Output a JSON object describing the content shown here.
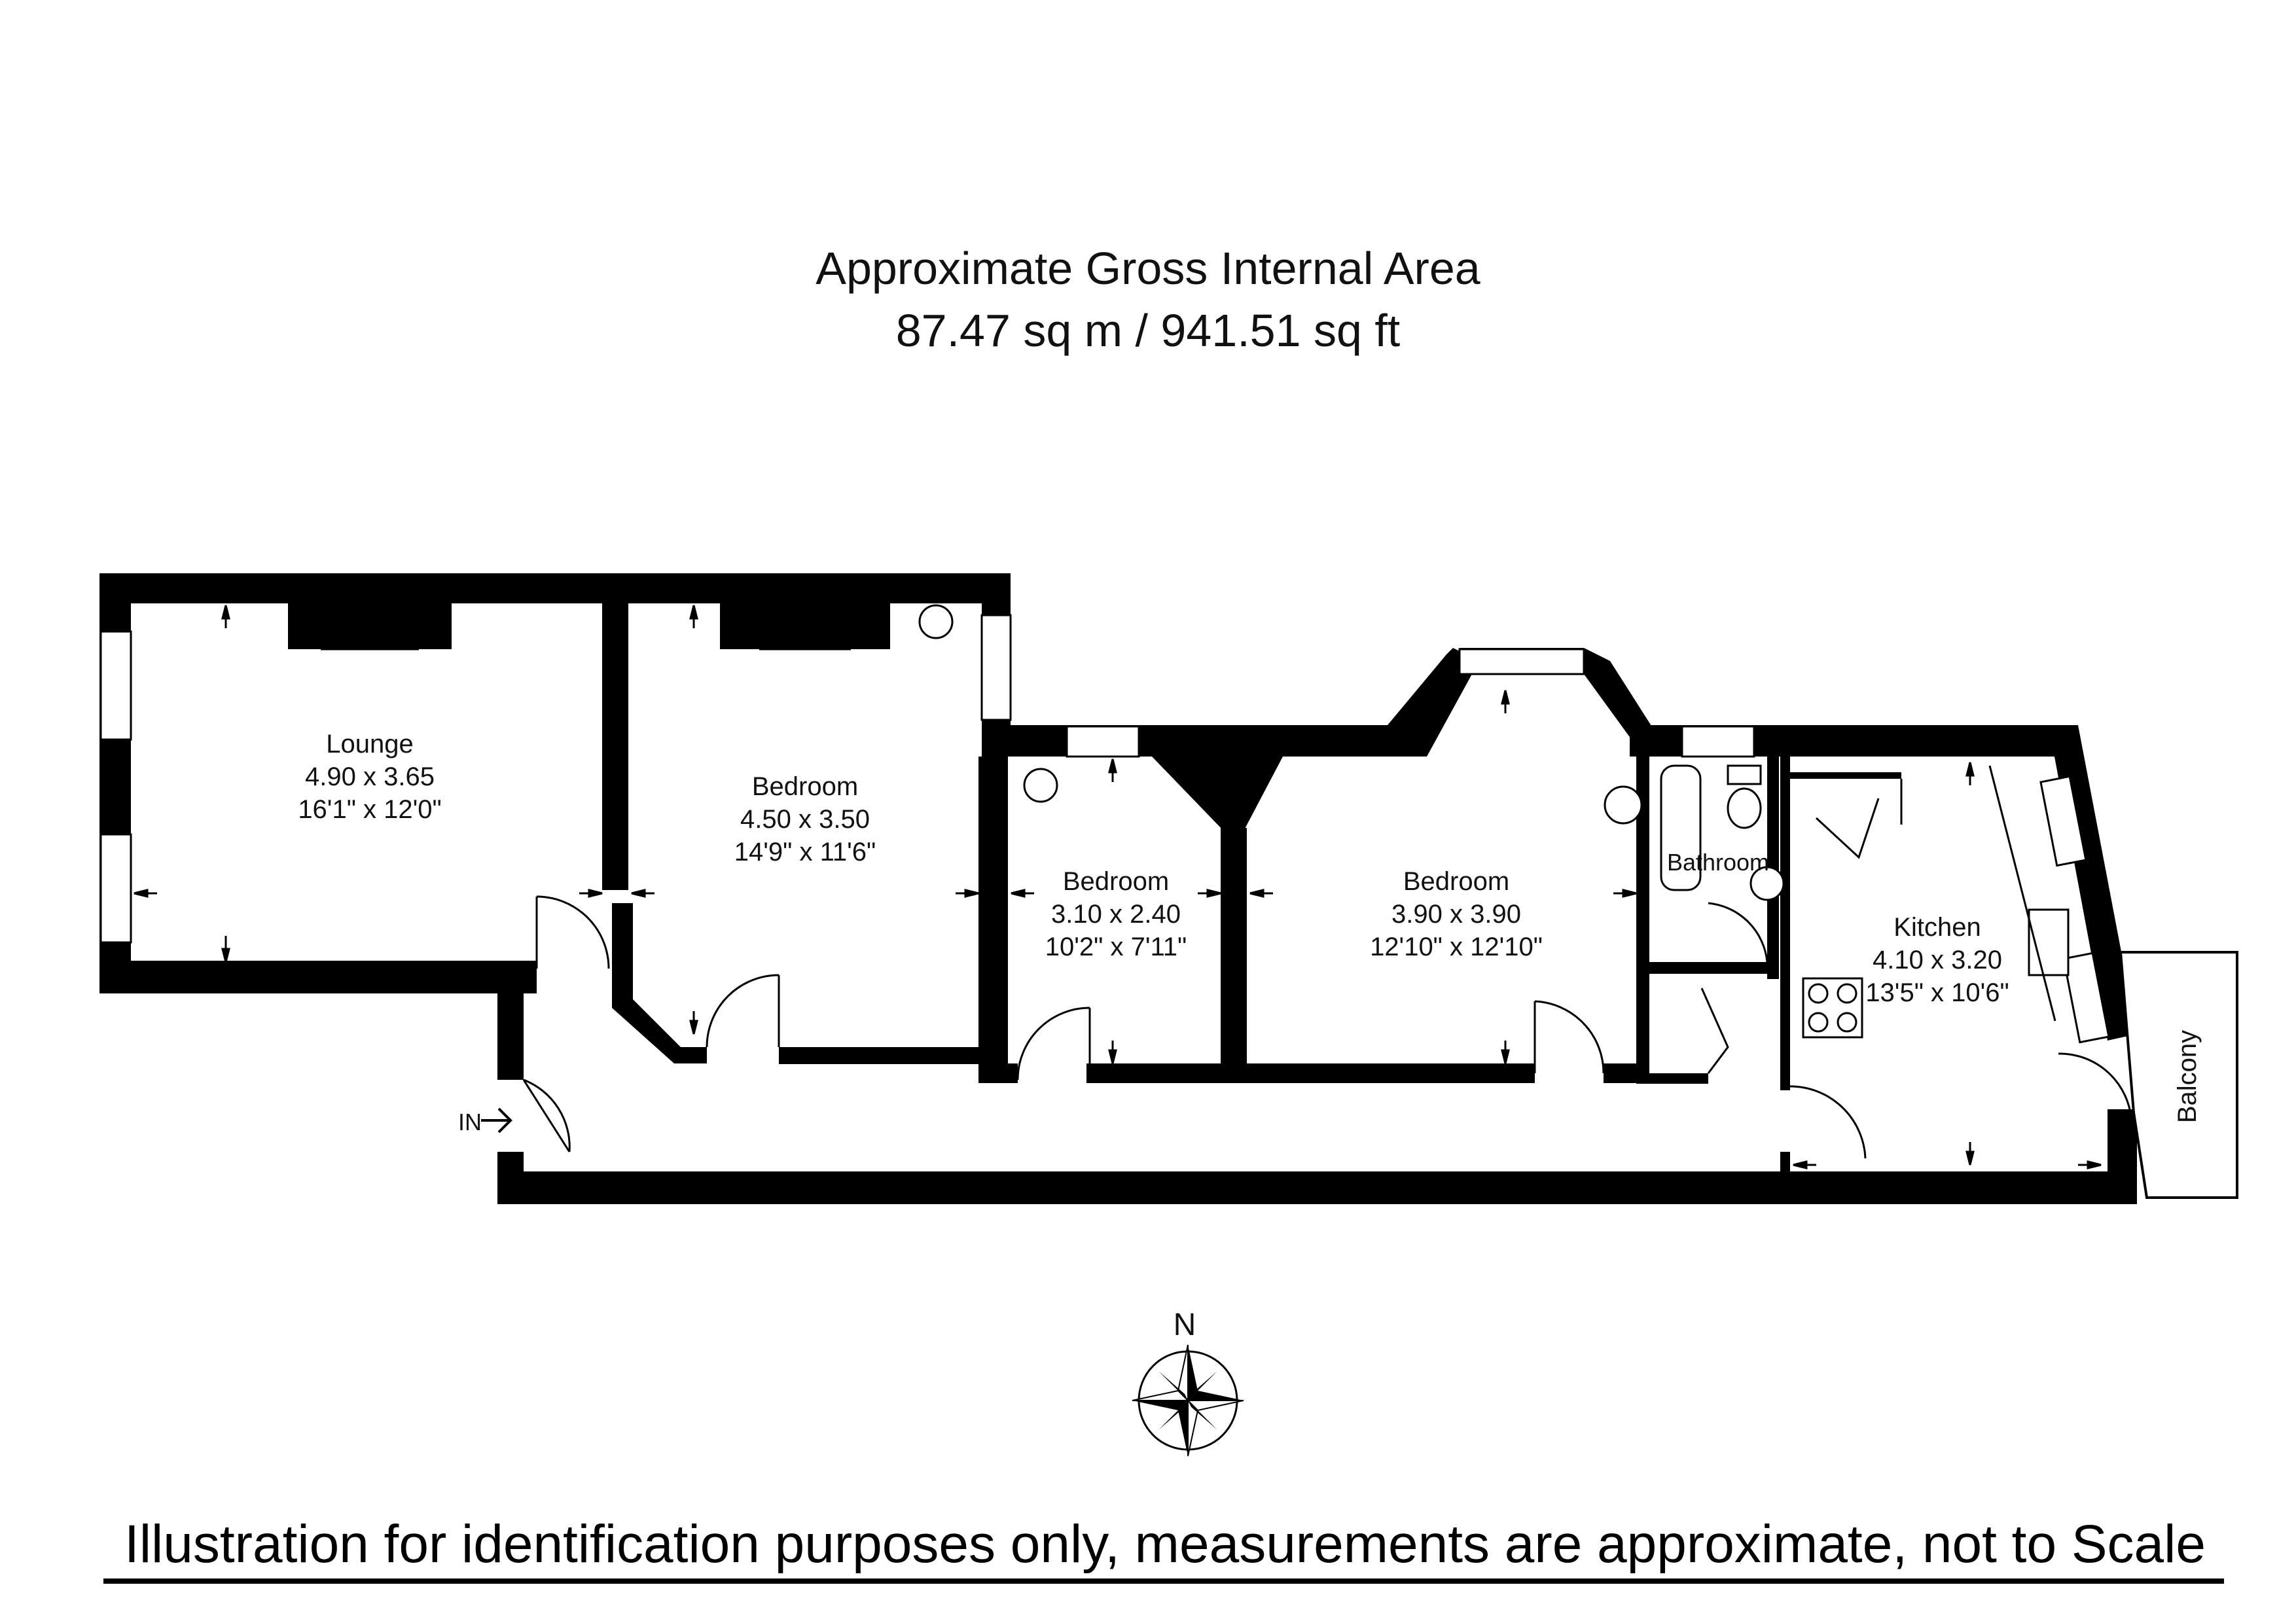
{
  "header": {
    "title": "Approximate Gross Internal Area",
    "area": "87.47 sq m / 941.51 sq ft"
  },
  "rooms": [
    {
      "name": "Lounge",
      "metric": "4.90 x 3.65",
      "imperial": "16'1\" x 12'0\""
    },
    {
      "name": "Bedroom",
      "metric": "4.50 x 3.50",
      "imperial": "14'9\" x 11'6\""
    },
    {
      "name": "Bedroom",
      "metric": "3.10 x 2.40",
      "imperial": "10'2\" x 7'11\""
    },
    {
      "name": "Bedroom",
      "metric": "3.90 x 3.90",
      "imperial": "12'10\" x 12'10\""
    },
    {
      "name": "Bathroom"
    },
    {
      "name": "Kitchen",
      "metric": "4.10 x 3.20",
      "imperial": "13'5\" x 10'6\""
    },
    {
      "name": "Balcony"
    }
  ],
  "entrance": {
    "label": "IN"
  },
  "compass": {
    "label": "N"
  },
  "footer": {
    "disclaimer": "Illustration for identification purposes only, measurements are approximate, not to Scale"
  },
  "colors": {
    "wall": "#000000",
    "background": "#ffffff",
    "text": "#111111"
  }
}
